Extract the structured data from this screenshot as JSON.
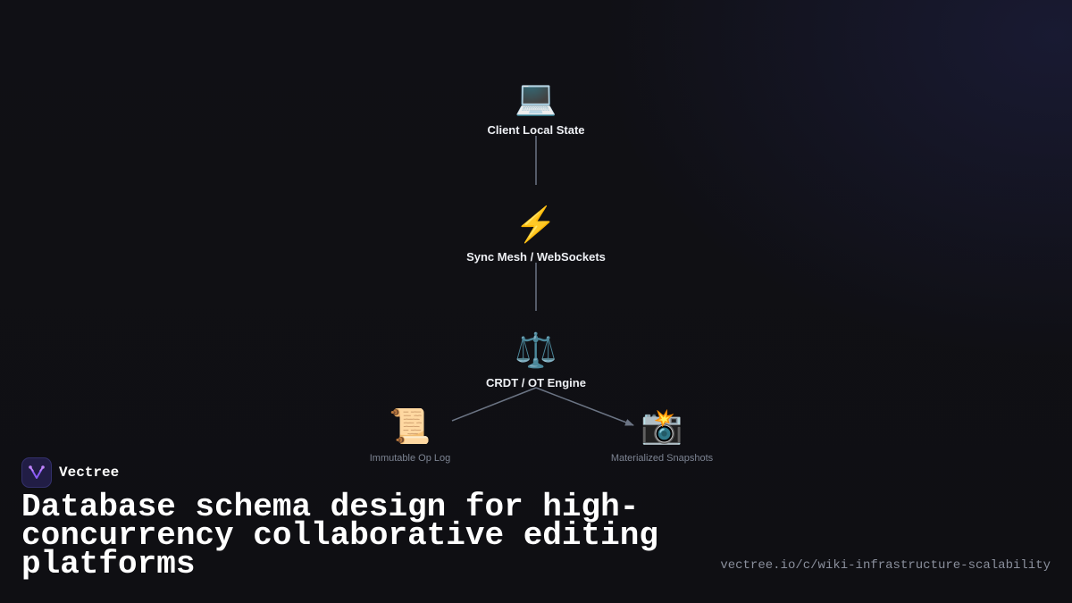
{
  "diagram": {
    "nodes": [
      {
        "id": "client",
        "icon": "💻",
        "icon_name": "laptop-icon",
        "label": "Client Local State"
      },
      {
        "id": "sync",
        "icon": "⚡",
        "icon_name": "lightning-icon",
        "label": "Sync Mesh / WebSockets"
      },
      {
        "id": "engine",
        "icon": "⚖️",
        "icon_name": "balance-scale-icon",
        "label": "CRDT / OT Engine"
      },
      {
        "id": "oplog",
        "icon": "📜",
        "icon_name": "scroll-icon",
        "label": "Immutable Op Log"
      },
      {
        "id": "snapshots",
        "icon": "📸",
        "icon_name": "camera-flash-icon",
        "label": "Materialized Snapshots"
      }
    ],
    "edges": [
      {
        "from": "client",
        "to": "sync",
        "arrow": false
      },
      {
        "from": "sync",
        "to": "engine",
        "arrow": false
      },
      {
        "from": "engine",
        "to": "oplog",
        "arrow": false
      },
      {
        "from": "engine",
        "to": "snapshots",
        "arrow": true
      }
    ],
    "edge_color": "#6b7484"
  },
  "brand": {
    "name": "Vectree",
    "logo_icon": "vectree-logo-icon",
    "accent": "#8b5cf6"
  },
  "title": "Database schema design for high-concurrency collaborative editing platforms",
  "url": "vectree.io/c/wiki-infrastructure-scalability",
  "colors": {
    "background": "#0f0f13",
    "text_primary": "#ffffff",
    "text_muted": "#8a8f9c"
  }
}
